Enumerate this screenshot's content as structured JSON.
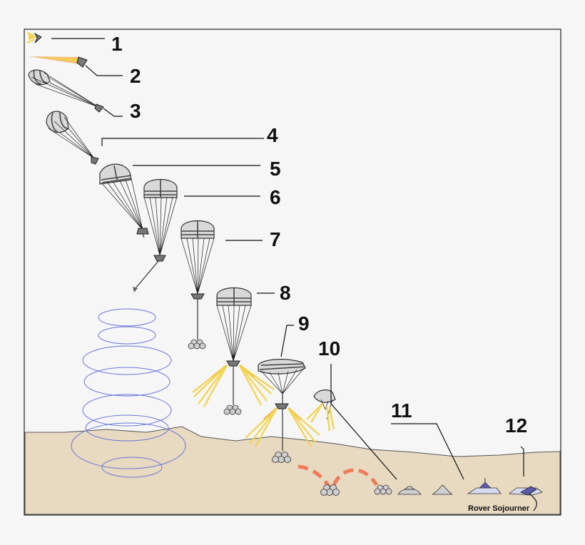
{
  "diagram": {
    "steps": [
      {
        "label": "1"
      },
      {
        "label": "2"
      },
      {
        "label": "3"
      },
      {
        "label": "4"
      },
      {
        "label": "5"
      },
      {
        "label": "6"
      },
      {
        "label": "7"
      },
      {
        "label": "8"
      },
      {
        "label": "9"
      },
      {
        "label": "10"
      },
      {
        "label": "11"
      },
      {
        "label": "12"
      }
    ],
    "rover_caption": "Rover Sojourner",
    "colors": {
      "ground": "#e8d9c1",
      "sky": "#f6f6f6",
      "rings": "#6a78d8",
      "flame": "#f2d24a",
      "bounce_path": "#f07a5a",
      "rover": "#5a5aa8"
    }
  }
}
